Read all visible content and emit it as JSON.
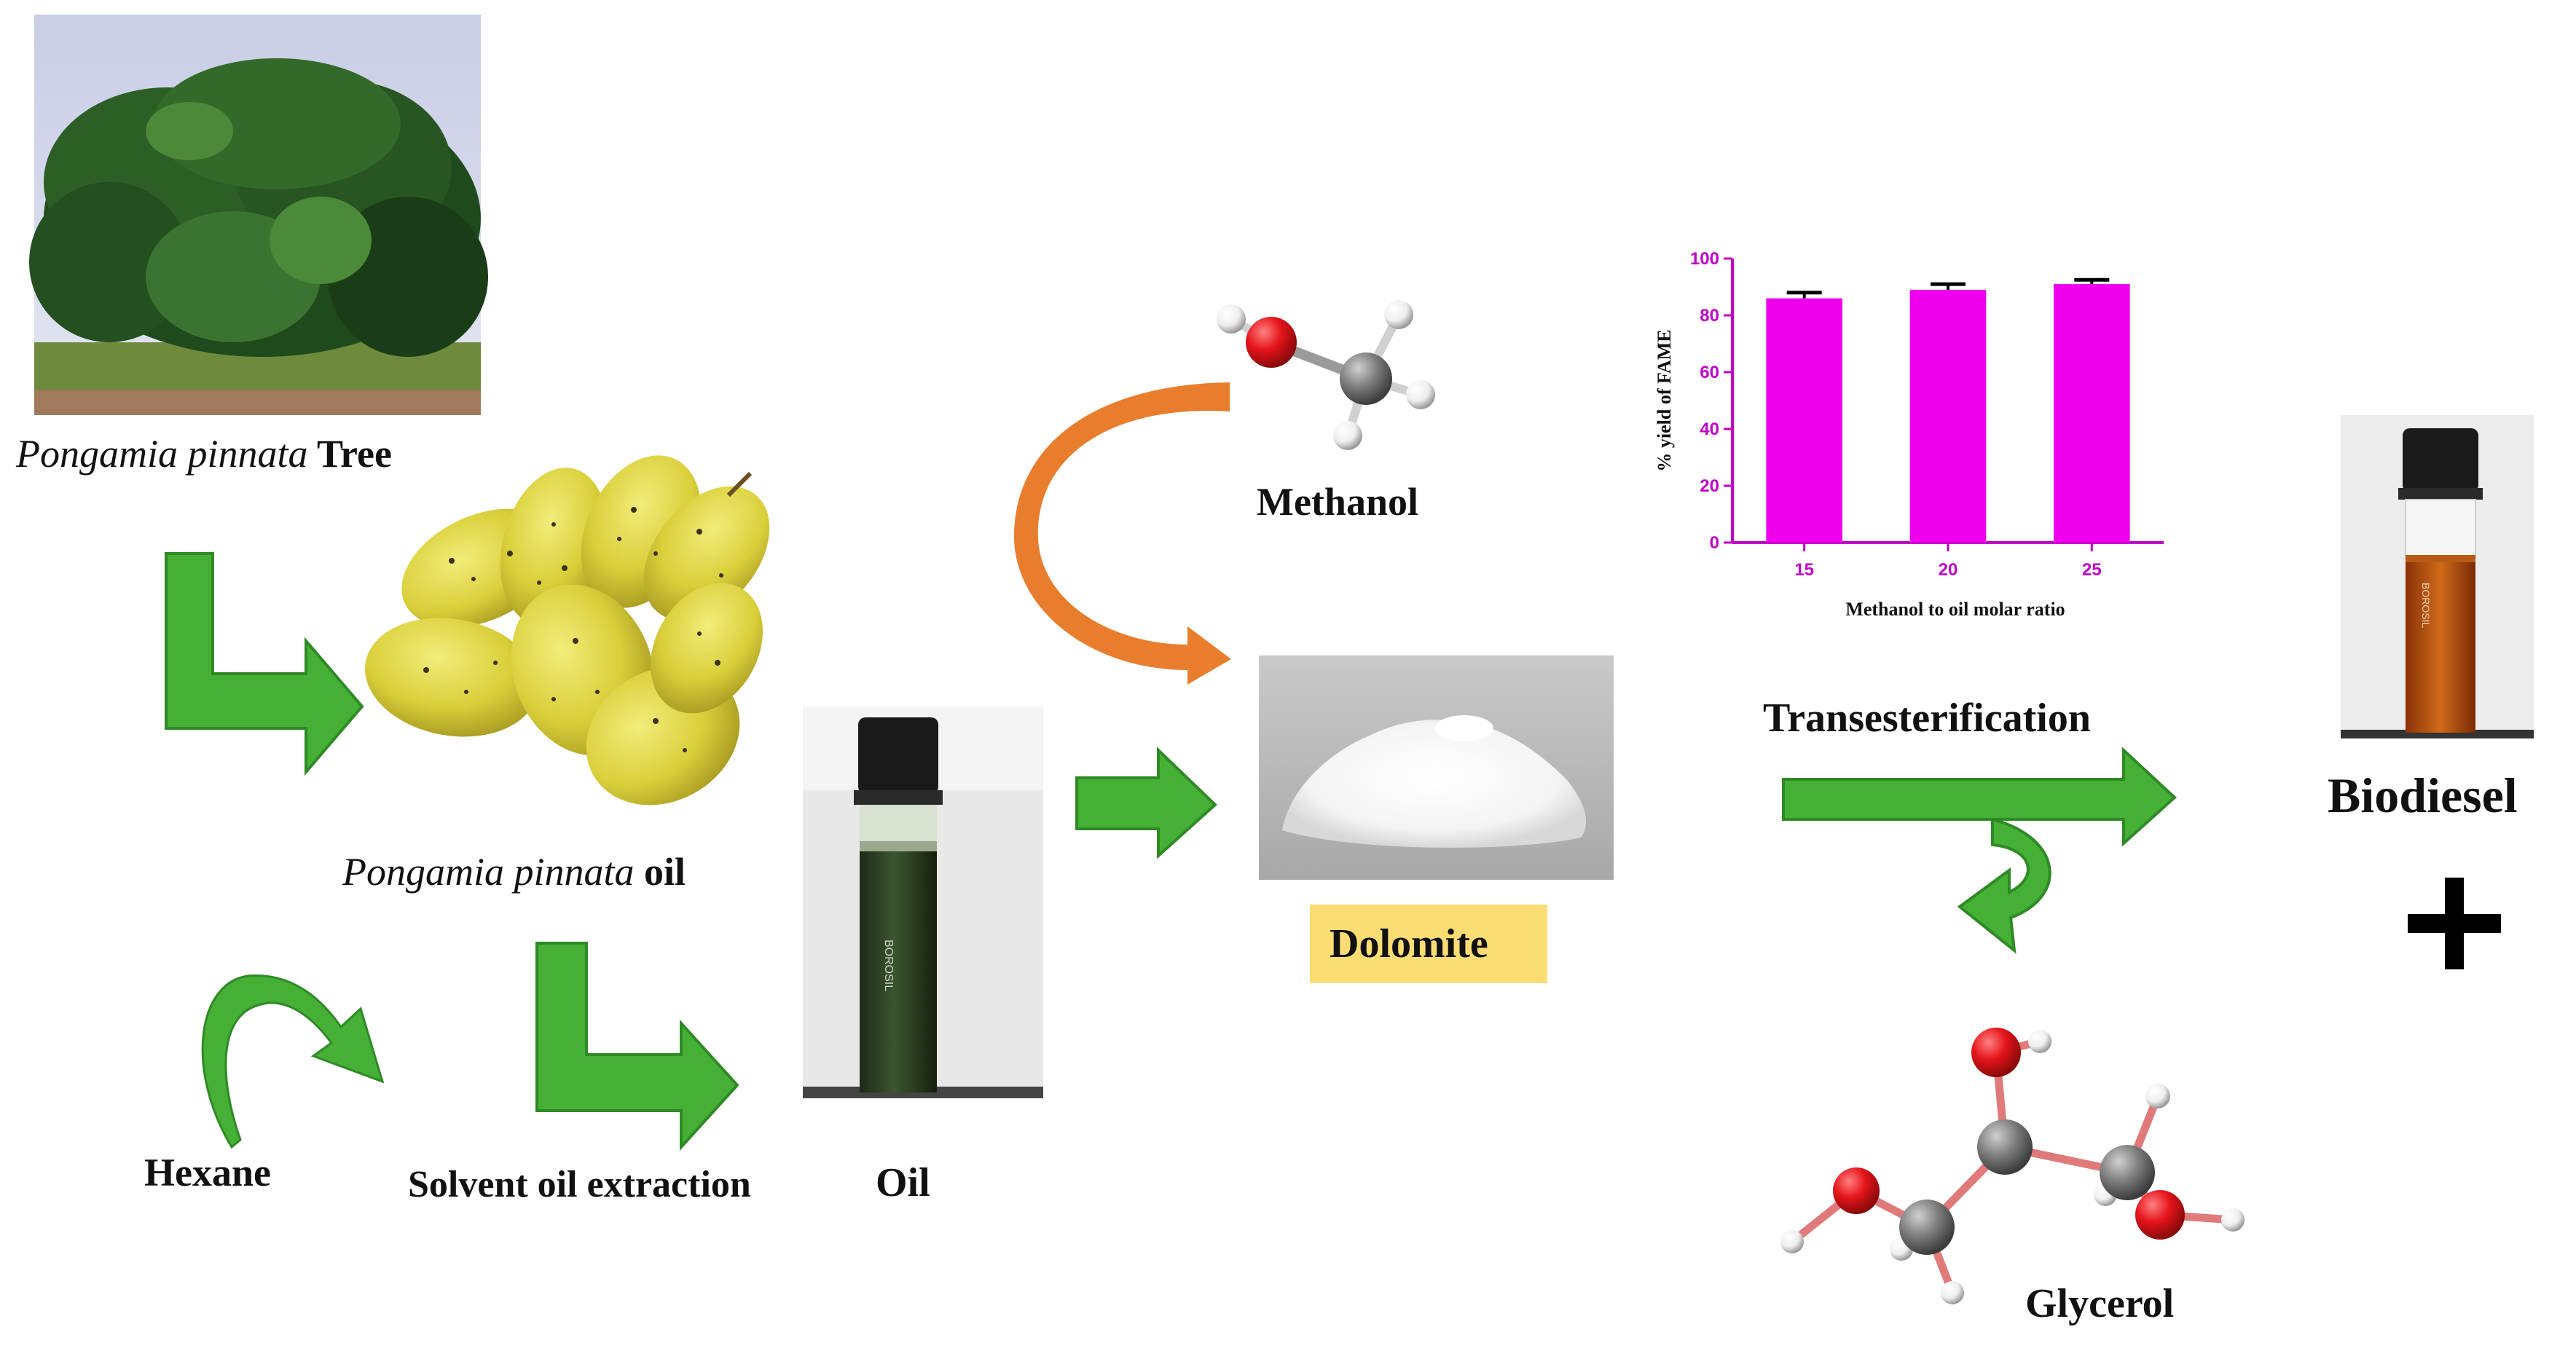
{
  "labels": {
    "tree_species": "Pongamia pinnata",
    "tree_suffix": "Tree",
    "oil_species": "Pongamia pinnata",
    "oil_suffix": "oil",
    "hexane": "Hexane",
    "solvent_extraction": "Solvent oil extraction",
    "oil": "Oil",
    "methanol": "Methanol",
    "dolomite": "Dolomite",
    "transesterification": "Transesterification",
    "biodiesel": "Biodiesel",
    "plus": "+",
    "glycerol": "Glycerol",
    "vial_brand": "BOROSIL"
  },
  "colors": {
    "green_arrow": "#45b035",
    "green_arrow_dark": "#2f8a26",
    "orange_arrow": "#e87e2d",
    "dolomite_box": "#fbdd73",
    "bar_fill": "#ee00ee",
    "axis_color": "#c000c8",
    "oxygen": "#e5141b",
    "carbon": "#808080",
    "hydrogen": "#f0f0f0",
    "bond": "#e07a7a"
  },
  "chart_data": {
    "type": "bar",
    "categories": [
      "15",
      "20",
      "25"
    ],
    "values": [
      86,
      89,
      91
    ],
    "errors": [
      2,
      2,
      1.5
    ],
    "ylabel": "% yield of FAME",
    "xlabel": "Methanol to oil molar ratio",
    "ylim": [
      0,
      100
    ],
    "yticks": [
      0,
      20,
      40,
      60,
      80,
      100
    ],
    "grid": false
  }
}
